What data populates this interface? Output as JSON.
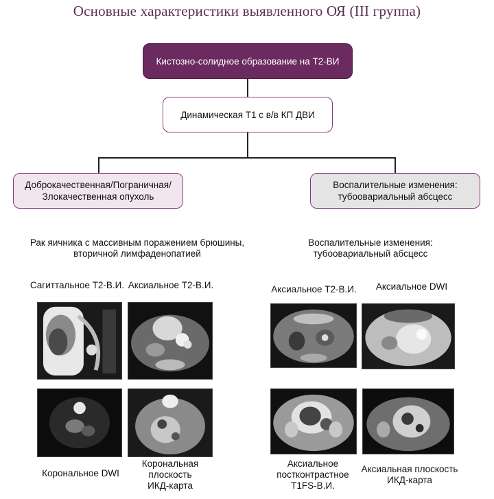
{
  "title": "Основные характеристики выявленного ОЯ (III группа)",
  "flowchart": {
    "top": "Кистозно-солидное образование на Т2-ВИ",
    "middle": "Динамическая Т1 с в/в КП ДВИ",
    "left_line1": "Доброкачественная/Пограничная/",
    "left_line2": "Злокачественная опухоль",
    "right_line1": "Воспалительные изменения:",
    "right_line2": "тубоовариальный абсцесс"
  },
  "left_panel": {
    "heading_line1": "Рак яичника с массивным поражением брюшины,",
    "heading_line2": "вторичной лимфаденопатией",
    "label_sag": "Сагиттальное Т2-В.И.",
    "label_ax": "Аксиальное Т2-В.И.",
    "label_cor_dwi": "Корональное DWI",
    "label_cor_adc_1": "Корональная",
    "label_cor_adc_2": "плоскость",
    "label_cor_adc_3": "ИКД-карта"
  },
  "right_panel": {
    "heading_line1": "Воспалительные изменения:",
    "heading_line2": "тубоовариальный абсцесс",
    "label_ax_t2": "Аксиальное Т2-В.И.",
    "label_ax_dwi": "Аксиальное DWI",
    "label_t1fs_1": "Аксиальное",
    "label_t1fs_2": "постконтрастное",
    "label_t1fs_3": "Т1FS-В.И.",
    "label_adc_1": "Аксиальная плоскость",
    "label_adc_2": "ИКД-карта"
  },
  "colors": {
    "title": "#5b2d55",
    "top_box": "#6b2a60",
    "box_border": "#8a3a7e",
    "left_box": "#f1e6ee",
    "right_box": "#e4e4e4"
  }
}
